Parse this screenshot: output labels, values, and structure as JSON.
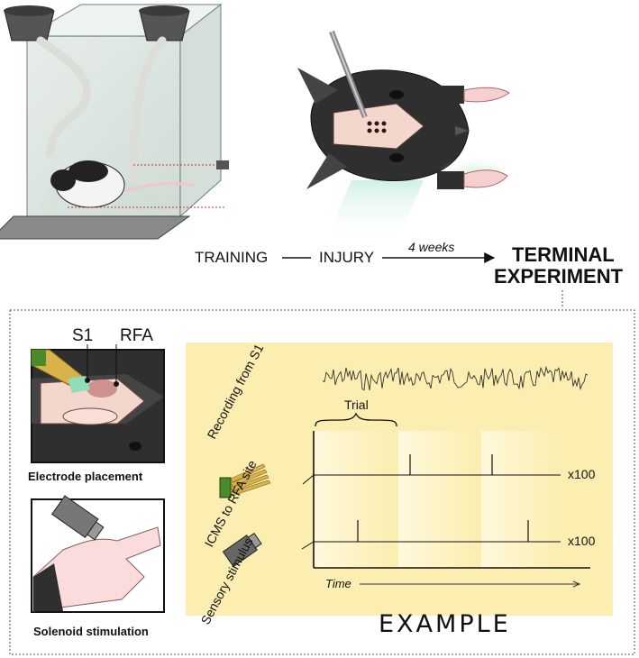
{
  "timeline": {
    "training": "TRAINING",
    "injury": "INJURY",
    "interval": "4 weeks",
    "terminal_line1": "TERMINAL",
    "terminal_line2": "EXPERIMENT"
  },
  "electrode_panel": {
    "s1": "S1",
    "rfa": "RFA",
    "caption": "Electrode placement"
  },
  "solenoid_panel": {
    "caption": "Solenoid stimulation"
  },
  "example_panel": {
    "recording_label": "Recording from S1",
    "trial_label": "Trial",
    "icms_label": "ICMS to RFA site",
    "sensory_label": "Sensory stimulus",
    "repeat_icms": "x100",
    "repeat_sensory": "x100",
    "time_label": "Time",
    "title": "EXAMPLE"
  },
  "colors": {
    "example_bg": "#fbeeb0",
    "trial_band": "#fff6d6",
    "pink_glow": "#d8f0e0",
    "electrode_green": "#4a8a2a"
  }
}
